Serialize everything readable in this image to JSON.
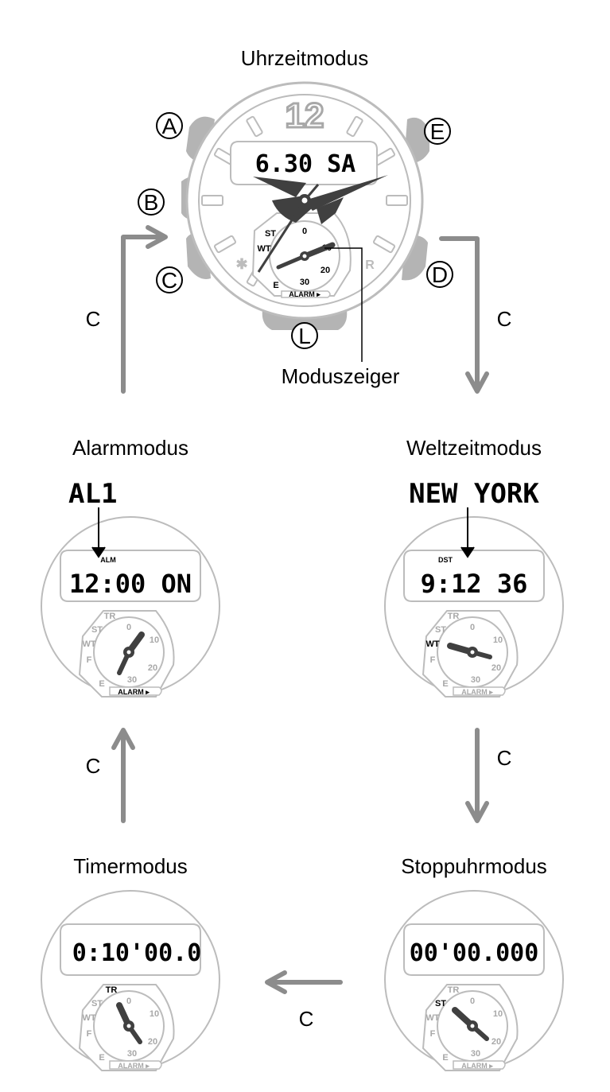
{
  "modes": {
    "time": {
      "title": "Uhrzeitmodus",
      "display": "6.30 SA",
      "hand_label": "Moduszeiger"
    },
    "world": {
      "title": "Weltzeitmodus",
      "city": "NEW YORK",
      "badge": "DST",
      "display": "9:12 36"
    },
    "alarm": {
      "title": "Alarmmodus",
      "alarm_no": "AL1",
      "badge": "ALM",
      "display": "12:00 ON"
    },
    "stopwatch": {
      "title": "Stoppuhrmodus",
      "display": "00'00.000"
    },
    "timer": {
      "title": "Timermodus",
      "display": "0:10'00.0"
    }
  },
  "buttons": {
    "a": "A",
    "b": "B",
    "c": "C",
    "d": "D",
    "e": "E",
    "l": "L"
  },
  "transition_label": "C",
  "dial": {
    "tr": "TR",
    "st": "ST",
    "wt": "WT",
    "f": "F",
    "e": "E",
    "n0": "0",
    "n10": "10",
    "n20": "20",
    "n30": "30",
    "alarm": "ALARM ▸",
    "bluetooth": "✱",
    "r": "R",
    "twelve": "12"
  },
  "colors": {
    "outline": "#bcbcbc",
    "arrow": "#8c8c8c",
    "hand": "#404040",
    "button": "#b4b4b4"
  }
}
